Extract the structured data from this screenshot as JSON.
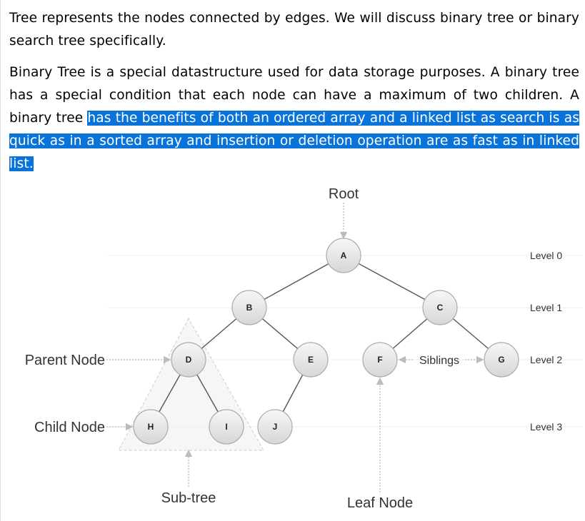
{
  "paragraph1": "Tree represents the nodes connected by edges. We will discuss binary tree or binary search tree specifically.",
  "paragraph2": {
    "before_highlight": "Binary Tree is a special datastructure used for data storage purposes. A binary tree has a special condition that each node can have a maximum of two children. A binary tree ",
    "highlighted": "has the benefits of both an ordered array and a linked list as search is as quick as in a sorted array and insertion or deletion operation are as fast as in linked list."
  },
  "diagram": {
    "root_label": "Root",
    "levels": [
      "Level 0",
      "Level 1",
      "Level 2",
      "Level 3"
    ],
    "parent_node_label": "Parent Node",
    "child_node_label": "Child Node",
    "siblings_label": "Siblings",
    "subtree_label": "Sub-tree",
    "leaf_node_label": "Leaf Node",
    "nodes": {
      "A": "A",
      "B": "B",
      "C": "C",
      "D": "D",
      "E": "E",
      "F": "F",
      "G": "G",
      "H": "H",
      "I": "I",
      "J": "J"
    }
  }
}
